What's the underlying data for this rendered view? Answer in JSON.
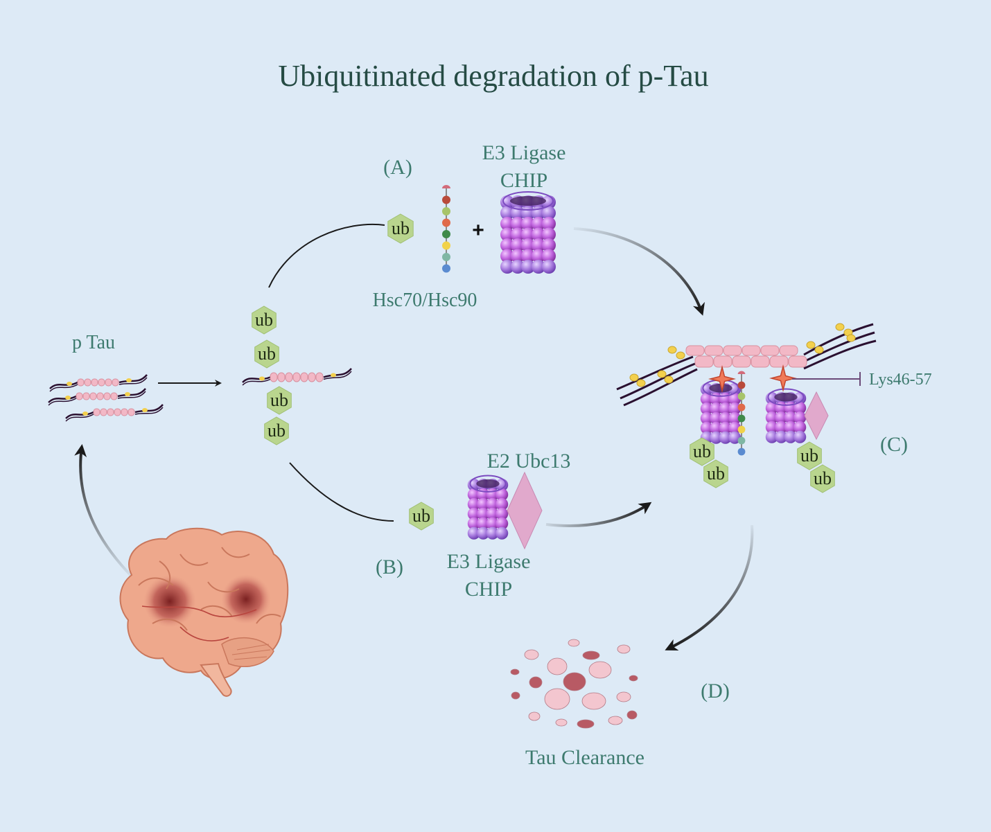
{
  "title": "Ubiquitinated degradation of p-Tau",
  "labels": {
    "p_tau": "p Tau",
    "pathway_a": "(A)",
    "pathway_b": "(B)",
    "pathway_c": "(C)",
    "pathway_d": "(D)",
    "e3_ligase_a": "E3 Ligase",
    "chip_a": "CHIP",
    "hsc": "Hsc70/Hsc90",
    "plus": "+",
    "e2": "E2 Ubc13",
    "e3_ligase_b": "E3 Ligase",
    "chip_b": "CHIP",
    "lys": "Lys46-57",
    "clearance": "Tau Clearance"
  },
  "ubiquitin_label": "ub",
  "colors": {
    "background": "#ddeaf6",
    "title": "#254b44",
    "label": "#3d7a6e",
    "ubiquitin": "#b9d58e",
    "tau_filament": "#f2b8c6",
    "proteasome": "#b07de0",
    "arrow": "#1a1a1a"
  },
  "icons": [
    "brain-icon",
    "tau-filament-icon",
    "ubiquitin-icon",
    "proteasome-icon",
    "chaperone-chain-icon",
    "e2-diamond-icon",
    "debris-icon"
  ]
}
